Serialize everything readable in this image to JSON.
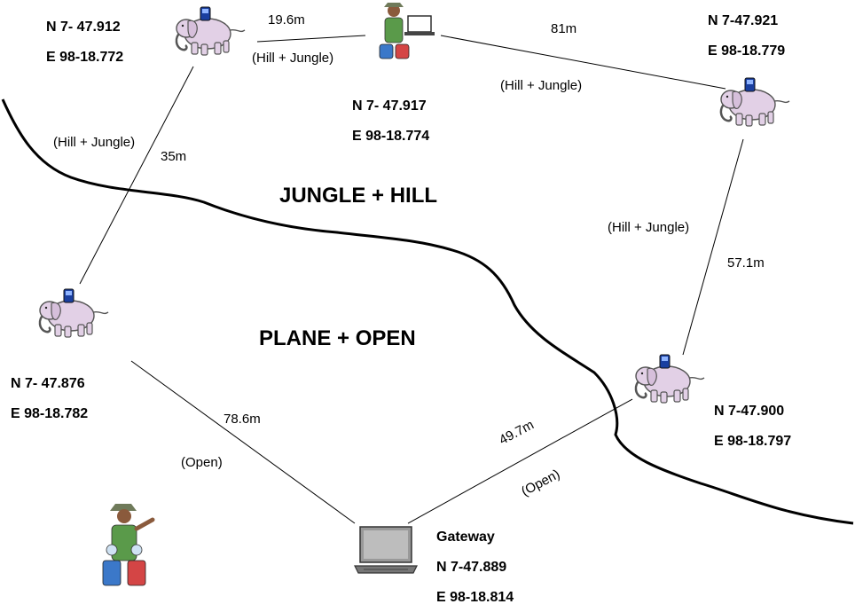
{
  "regions": {
    "upper": "JUNGLE + HILL",
    "lower": "PLANE + OPEN"
  },
  "nodes": {
    "top_left": {
      "icon": "elephant-with-sensor-icon",
      "lat": "N 7- 47.912",
      "lon": "E 98-18.772"
    },
    "top_middle": {
      "icon": "ranger-with-laptop-icon",
      "lat": "N 7- 47.917",
      "lon": "E 98-18.774"
    },
    "top_right": {
      "icon": "elephant-with-sensor-icon",
      "lat": "N 7-47.921",
      "lon": "E 98-18.779"
    },
    "left": {
      "icon": "elephant-with-sensor-icon",
      "lat": "N 7- 47.876",
      "lon": "E 98-18.782"
    },
    "right": {
      "icon": "elephant-with-sensor-icon",
      "lat": "N 7-47.900",
      "lon": "E 98-18.797"
    },
    "gateway": {
      "icon": "laptop-icon",
      "label": "Gateway",
      "lat": "N 7-47.889",
      "lon": "E 98-18.814"
    },
    "ranger": {
      "icon": "ranger-pointing-icon"
    }
  },
  "links": {
    "tl_tm": {
      "distance": "19.6m",
      "terrain": "(Hill + Jungle)"
    },
    "tm_tr": {
      "distance": "81m",
      "terrain": "(Hill + Jungle)"
    },
    "tl_l": {
      "distance": "35m",
      "terrain": "(Hill + Jungle)"
    },
    "tr_r": {
      "distance": "57.1m",
      "terrain": "(Hill + Jungle)"
    },
    "l_gw": {
      "distance": "78.6m",
      "terrain": "(Open)"
    },
    "r_gw": {
      "distance": "49.7m",
      "terrain": "(Open)"
    }
  },
  "colors": {
    "elephant_body": "#e2d0e6",
    "sensor": "#1a3fa0",
    "ranger_shirt": "#5a9a4a",
    "bag_blue": "#3b78c9",
    "bag_red": "#d44545"
  }
}
